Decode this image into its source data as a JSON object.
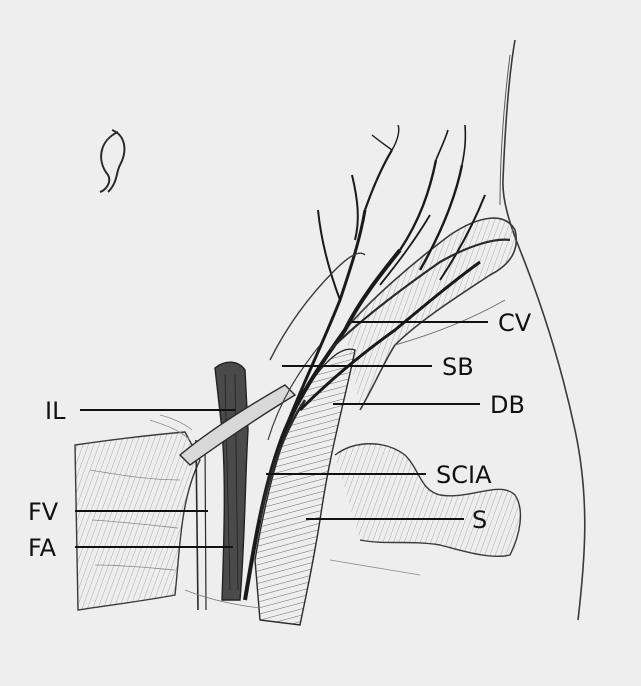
{
  "labels": {
    "cv": "CV",
    "sb": "SB",
    "db": "DB",
    "il": "IL",
    "scia": "SCIA",
    "fv": "FV",
    "s": "S",
    "fa": "FA"
  },
  "colors": {
    "paper": "#eeeeee",
    "pencil": "#2a2a2a",
    "shade": "#555555",
    "ink": "#111111"
  }
}
